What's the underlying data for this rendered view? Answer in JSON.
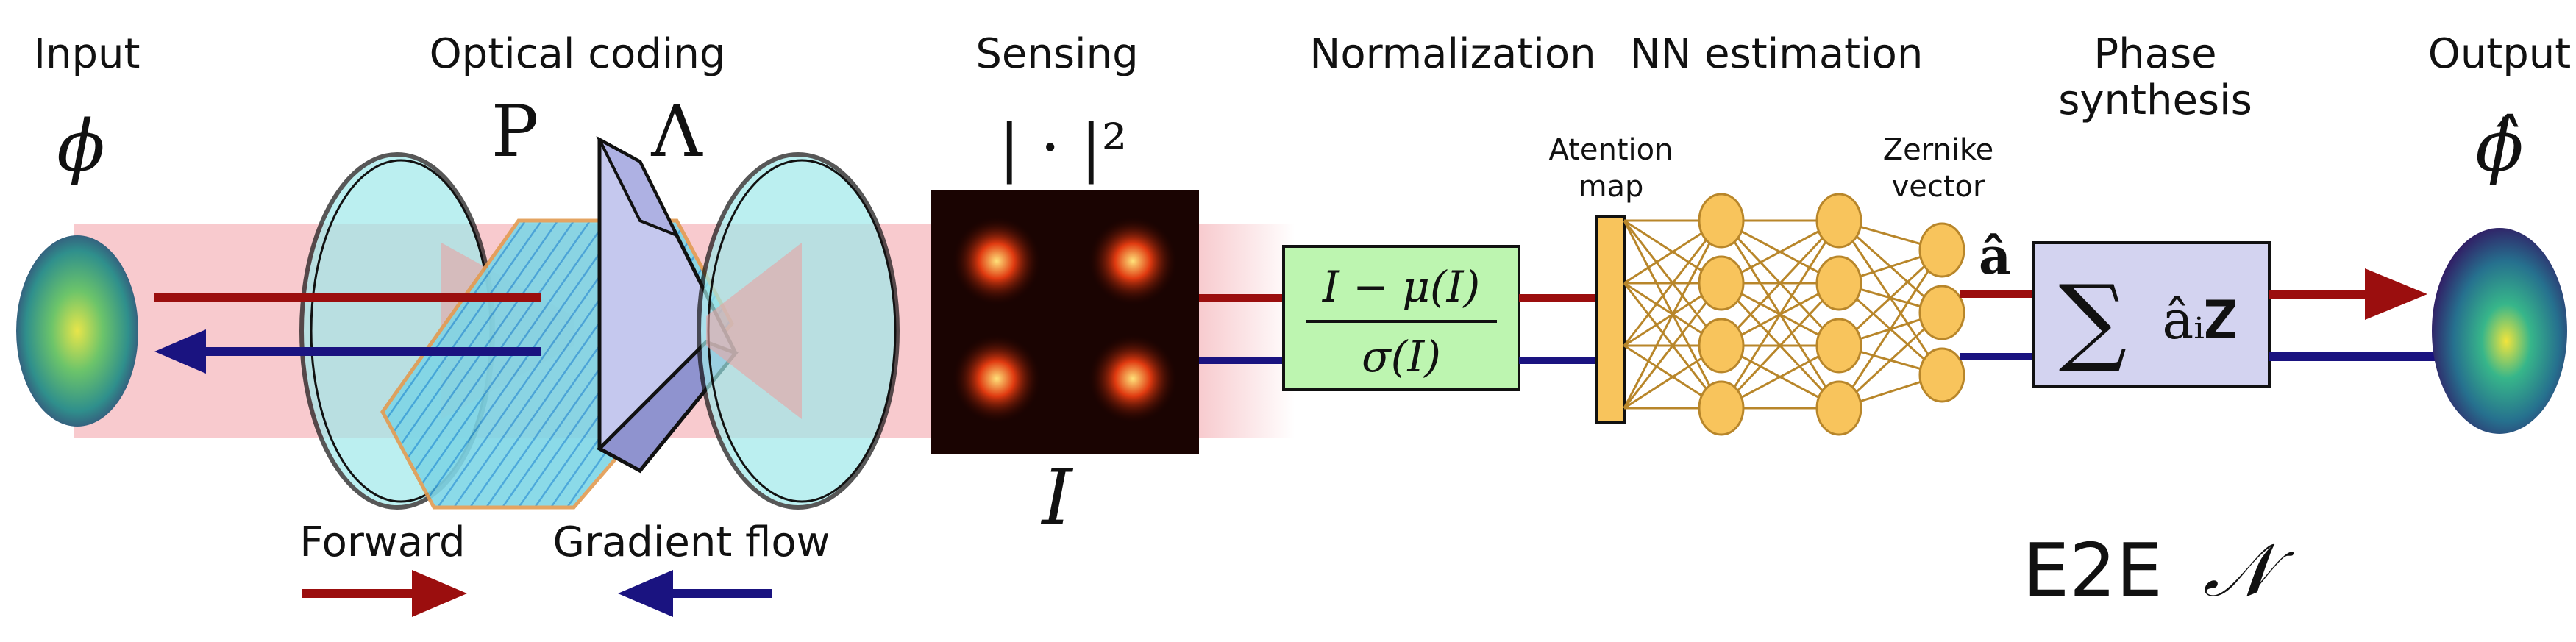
{
  "stages": {
    "input": "Input",
    "optical_coding": "Optical coding",
    "sensing": "Sensing",
    "normalization": "Normalization",
    "nn_estimation": "NN estimation",
    "phase_synthesis_1": "Phase",
    "phase_synthesis_2": "synthesis",
    "output": "Output"
  },
  "symbols": {
    "phi": "ϕ",
    "phi_hat": "ϕ̂",
    "P": "P",
    "Lambda": "Λ",
    "intensity_op": "| · |²",
    "I": "I",
    "a_hat": "â",
    "norm_num": "I − μ(I)",
    "norm_den": "σ(I)",
    "sum_sym": "∑",
    "sum_term": "âᵢ𝐙"
  },
  "nn_labels": {
    "attention_1": "Atention",
    "attention_2": "map",
    "zernike_1": "Zernike",
    "zernike_2": "vector"
  },
  "legend": {
    "forward": "Forward",
    "gradient": "Gradient flow"
  },
  "brand": {
    "prefix": "E2E",
    "symbol": "𝒩"
  },
  "colors": {
    "forward": "#9b0e0e",
    "gradient": "#1a1380",
    "beam": "#f5b8bd",
    "lens": "#9fe9ea",
    "normalization_box": "#bdf5b0",
    "phase_box": "#d3d3f0",
    "node": "#f8c45c",
    "attention": "#f8c45c"
  }
}
